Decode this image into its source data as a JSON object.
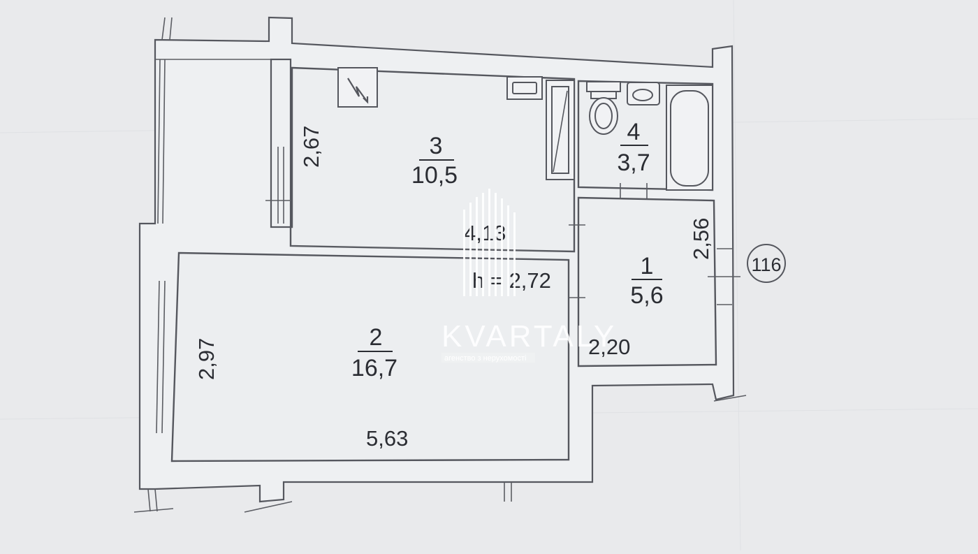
{
  "rooms": [
    {
      "number": "3",
      "area": "10,5"
    },
    {
      "number": "4",
      "area": "3,7"
    },
    {
      "number": "1",
      "area": "5,6"
    },
    {
      "number": "2",
      "area": "16,7"
    }
  ],
  "dimensions": {
    "room3_height": "2,67",
    "room3_width": "4,13",
    "ceiling_height": "h = 2,72",
    "room1_height": "2,56",
    "room1_width": "2,20",
    "room2_height": "2,97",
    "room2_width": "5,63"
  },
  "apartment_number": "116",
  "watermark": {
    "brand": "KVARTALY",
    "tagline": "агенство з нерухомості"
  },
  "icons": [
    "electrical-panel-icon",
    "sink-icon",
    "toilet-icon",
    "bathtub-icon",
    "shower-icon"
  ],
  "colors": {
    "paper": "#e9eaec",
    "lines": "#55575e",
    "text": "#2b2d33",
    "watermark": "#ffffff"
  }
}
